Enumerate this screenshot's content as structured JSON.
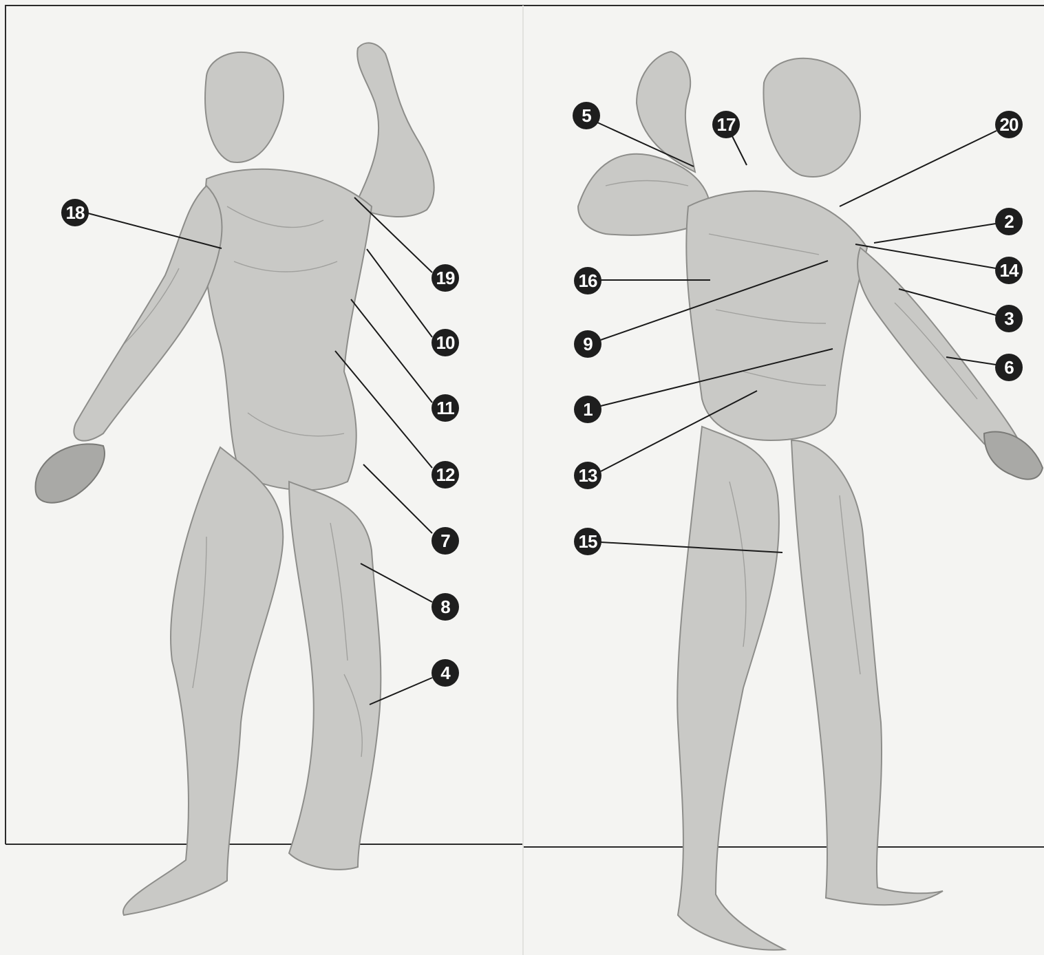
{
  "labels": {
    "l18": "18",
    "l19": "19",
    "l10": "10",
    "l11": "11",
    "l12": "12",
    "l7": "7",
    "l8": "8",
    "l4": "4",
    "l5": "5",
    "l17": "17",
    "l20": "20",
    "l2": "2",
    "l14": "14",
    "l3": "3",
    "l6": "6",
    "l16": "16",
    "l9": "9",
    "l1": "1",
    "l13": "13",
    "l15": "15"
  }
}
